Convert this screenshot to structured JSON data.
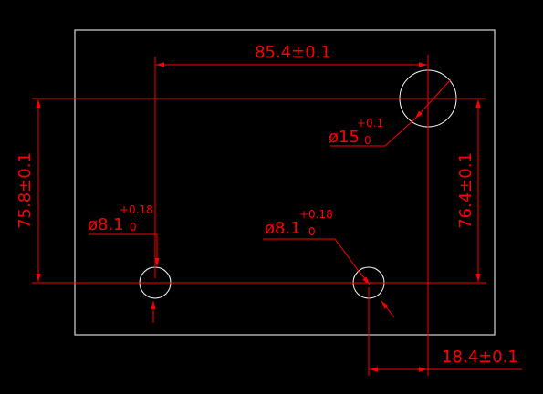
{
  "drawing": {
    "background": "#000000",
    "outline_color": "#ffffff",
    "dimension_color": "#ff0000",
    "dimensions": {
      "top_horizontal": "85.4±0.1",
      "left_vertical": "75.8±0.1",
      "right_vertical": "76.4±0.1",
      "bottom_horizontal": "18.4±0.1"
    },
    "holes": {
      "large": {
        "symbol": "ø15",
        "upper_tol": "+0.1",
        "lower_tol": "0"
      },
      "small_left": {
        "symbol": "ø8.1",
        "upper_tol": "+0.18",
        "lower_tol": "0"
      },
      "small_right": {
        "symbol": "ø8.1",
        "upper_tol": "+0.18",
        "lower_tol": "0"
      }
    }
  }
}
